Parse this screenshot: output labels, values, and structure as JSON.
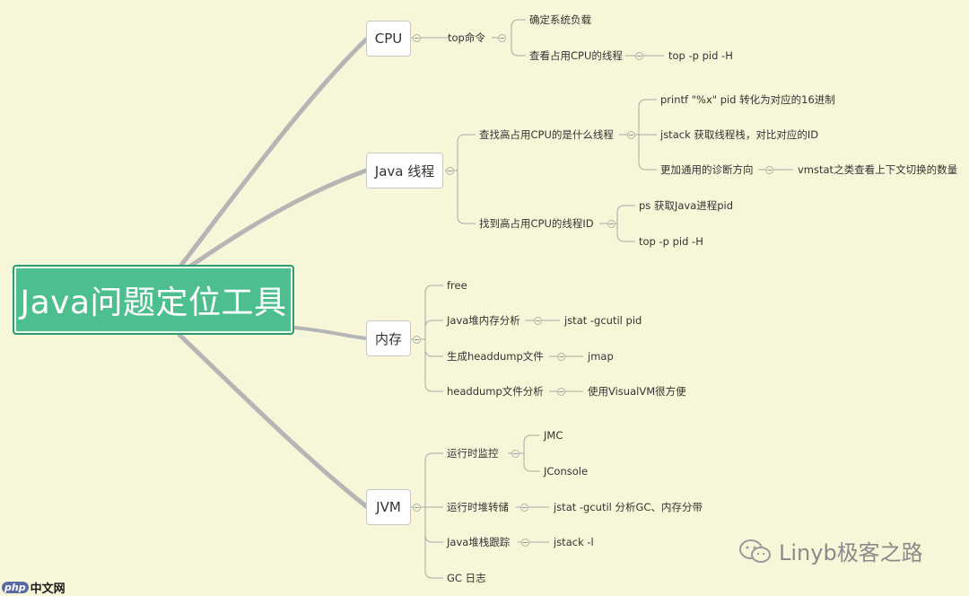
{
  "root": {
    "label": "Java问题定位工具"
  },
  "branches": {
    "cpu": {
      "label": "CPU",
      "top_cmd": "top命令",
      "load": "确定系统负载",
      "view_threads": "查看占用CPU的线程",
      "top_h": "top -p pid -H"
    },
    "java_thread": {
      "label": "Java 线程",
      "find_high": "查找高占用CPU的是什么线程",
      "printf": "printf \"%x\" pid 转化为对应的16进制",
      "jstack": "jstack 获取线程栈，对比对应的ID",
      "general": "更加通用的诊断方向",
      "vmstat": "vmstat之类查看上下文切换的数量",
      "find_id": "找到高占用CPU的线程ID",
      "ps": "ps 获取Java进程pid",
      "top_h": "top -p pid -H"
    },
    "memory": {
      "label": "内存",
      "free": "free",
      "heap_analysis": "Java堆内存分析",
      "jstat": "jstat -gcutil pid",
      "gen_dump": "生成headdump文件",
      "jmap": "jmap",
      "dump_analysis": "headdump文件分析",
      "visualvm": "使用VisualVM很方便"
    },
    "jvm": {
      "label": "JVM",
      "runtime_monitor": "运行时监控",
      "jmc": "JMC",
      "jconsole": "JConsole",
      "heap_transfer": "运行时堆转储",
      "jstat_gc": "jstat -gcutil 分析GC、内存分带",
      "stack_trace": "Java堆栈跟踪",
      "jstack_l": "jstack -l",
      "gc_log": "GC 日志"
    }
  },
  "watermark": {
    "text": "Linyb极客之路"
  },
  "site_logo": {
    "php": "php",
    "text": "中文网"
  },
  "colors": {
    "background": "#f8f6d8",
    "root": "#4dbf8f",
    "connector": "#b4b4b4"
  }
}
